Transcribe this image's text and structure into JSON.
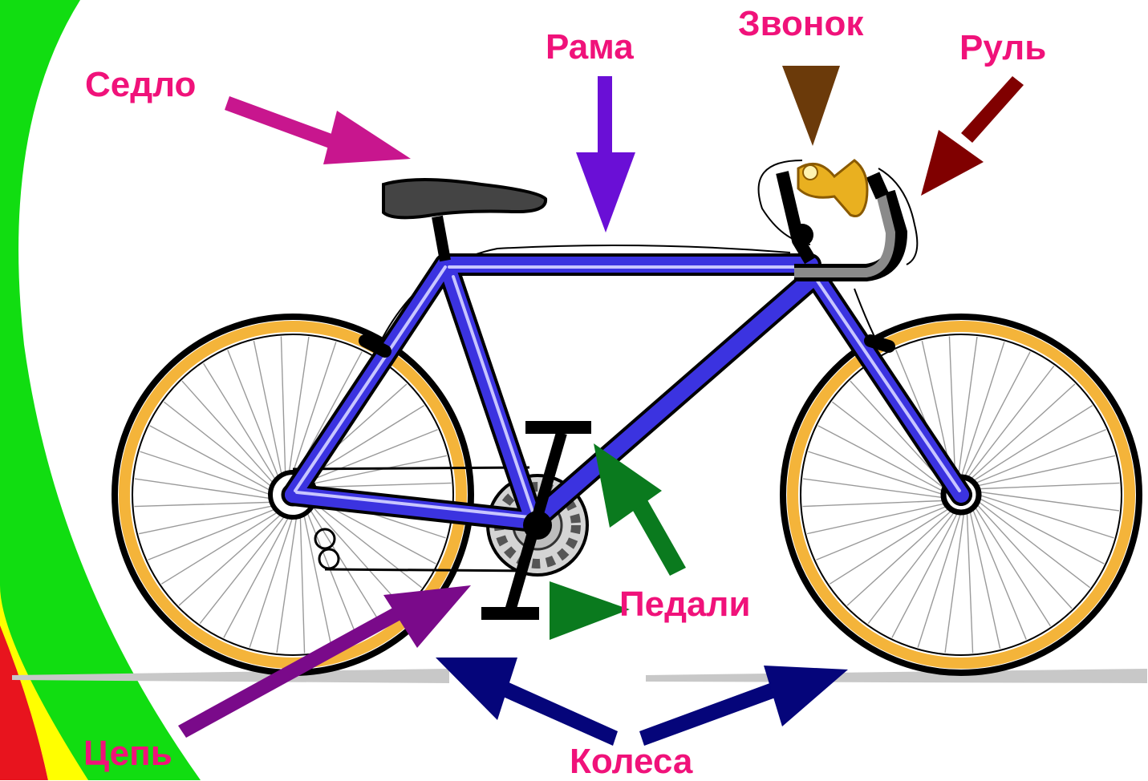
{
  "labels": {
    "saddle": "Седло",
    "frame": "Рама",
    "bell": "Звонок",
    "handlebar": "Руль",
    "pedals": "Педали",
    "chain": "Цепь",
    "wheels": "Колеса"
  },
  "colors": {
    "label_text": "#f0127a",
    "arrow_saddle": "#c8168e",
    "arrow_frame": "#6a0fd6",
    "arrow_bell": "#6b3a0a",
    "arrow_handlebar": "#800000",
    "arrow_pedals": "#0a7a1e",
    "arrow_chain": "#7a0a8a",
    "arrow_wheels": "#05057a",
    "frame_tube": "#3b33e0",
    "tire": "#f4b43a",
    "stripe_green": "#11dd11",
    "stripe_yellow": "#ffff00",
    "stripe_red": "#e8141e"
  },
  "icons": [
    "bell-horn-icon",
    "saddle-icon",
    "pedal-icon"
  ]
}
